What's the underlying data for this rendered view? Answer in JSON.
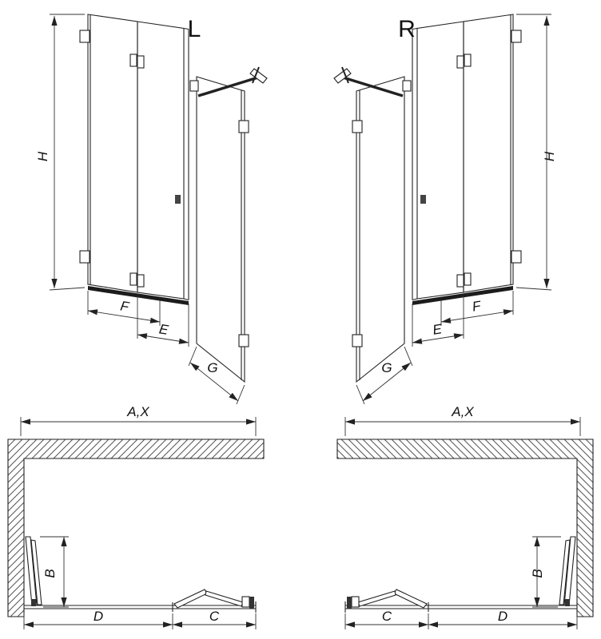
{
  "colors": {
    "background": "#ffffff",
    "line": "#222222",
    "dimension": "#333333",
    "hatch": "#555555"
  },
  "views": {
    "elevation_left": {
      "title": "L",
      "height_label": "H",
      "fixed_label": "F",
      "door_label": "E",
      "side_label": "G"
    },
    "elevation_right": {
      "title": "R",
      "height_label": "H",
      "fixed_label": "F",
      "door_label": "E",
      "side_label": "G"
    },
    "plan_left": {
      "width_label": "A,X",
      "depth_label": "B",
      "fixed_label": "D",
      "door_label": "C"
    },
    "plan_right": {
      "width_label": "A,X",
      "depth_label": "B",
      "fixed_label": "D",
      "door_label": "C"
    }
  }
}
